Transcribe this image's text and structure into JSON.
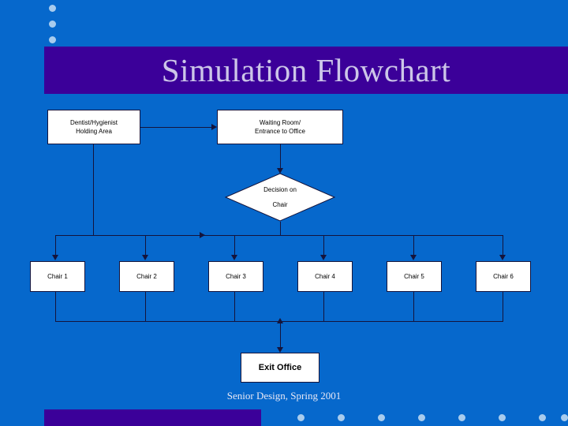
{
  "slide": {
    "title": "Simulation Flowchart",
    "footer": "Senior Design, Spring 2001",
    "background_color": "#0668CC",
    "title_band_color": "#3B0099",
    "title_text_color": "#CCC6E8",
    "node_fill_color": "#FFFFFF",
    "line_color": "#14143C",
    "dot_color": "#A8CCEE"
  },
  "flowchart": {
    "nodes": [
      {
        "id": "holding-area",
        "label_line1": "Dentist/Hygienist",
        "label_line2": "Holding Area",
        "shape": "rectangle"
      },
      {
        "id": "waiting-room",
        "label_line1": "Waiting Room/",
        "label_line2": "Entrance to Office",
        "shape": "rectangle"
      },
      {
        "id": "decision-chair",
        "label_line1": "Decision on",
        "label_line2": "Chair",
        "shape": "diamond"
      },
      {
        "id": "exit-office",
        "label_line1": "Exit Office",
        "label_line2": "",
        "shape": "rectangle"
      }
    ],
    "chairs": [
      {
        "id": "chair-1",
        "label": "Chair 1"
      },
      {
        "id": "chair-2",
        "label": "Chair 2"
      },
      {
        "id": "chair-3",
        "label": "Chair 3"
      },
      {
        "id": "chair-4",
        "label": "Chair 4"
      },
      {
        "id": "chair-5",
        "label": "Chair 5"
      },
      {
        "id": "chair-6",
        "label": "Chair 6"
      }
    ]
  },
  "decor": {
    "top_dot_count": 3,
    "bottom_dot_count": 8
  }
}
